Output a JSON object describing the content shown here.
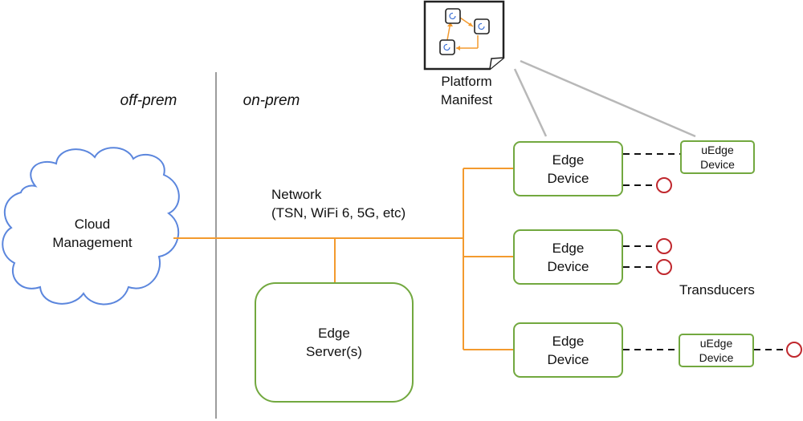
{
  "labels": {
    "off_prem": "off-prem",
    "on_prem": "on-prem",
    "cloud_line1": "Cloud",
    "cloud_line2": "Management",
    "network_line1": "Network",
    "network_line2": "(TSN, WiFi 6, 5G, etc)",
    "edge_server_line1": "Edge",
    "edge_server_line2": "Server(s)",
    "platform_manifest_line1": "Platform",
    "platform_manifest_line2": "Manifest",
    "transducers": "Transducers"
  },
  "edge_devices": [
    {
      "line1": "Edge",
      "line2": "Device"
    },
    {
      "line1": "Edge",
      "line2": "Device"
    },
    {
      "line1": "Edge",
      "line2": "Device"
    }
  ],
  "uedge_devices": [
    {
      "line1": "uEdge",
      "line2": "Device"
    },
    {
      "line1": "uEdge",
      "line2": "Device"
    }
  ],
  "colors": {
    "network_line": "#f39a2e",
    "cloud_outline": "#5b86dd",
    "box_border": "#72a83f",
    "transducer": "#c0272d",
    "divider": "#666666",
    "manifest_link": "#b8b8b8"
  },
  "icons": [
    "document-icon",
    "refresh-icon",
    "transducer-icon"
  ]
}
